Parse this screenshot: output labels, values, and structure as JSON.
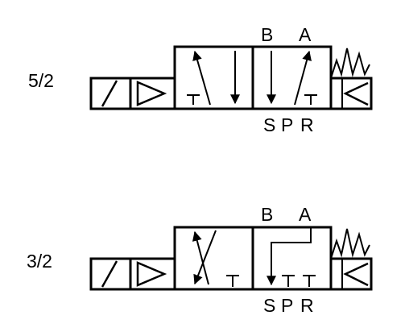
{
  "colors": {
    "line": "#000000",
    "background": "#ffffff"
  },
  "valves": [
    {
      "label": "5/2",
      "ports_top": {
        "b": "B",
        "a": "A"
      },
      "ports_bottom": {
        "s": "S",
        "p": "P",
        "r": "R"
      },
      "actuator_left": "solenoid",
      "actuator_right": "spring"
    },
    {
      "label": "3/2",
      "ports_top": {
        "b": "B",
        "a": "A"
      },
      "ports_bottom": {
        "s": "S",
        "p": "P",
        "r": "R"
      },
      "actuator_left": "solenoid",
      "actuator_right": "spring"
    }
  ]
}
